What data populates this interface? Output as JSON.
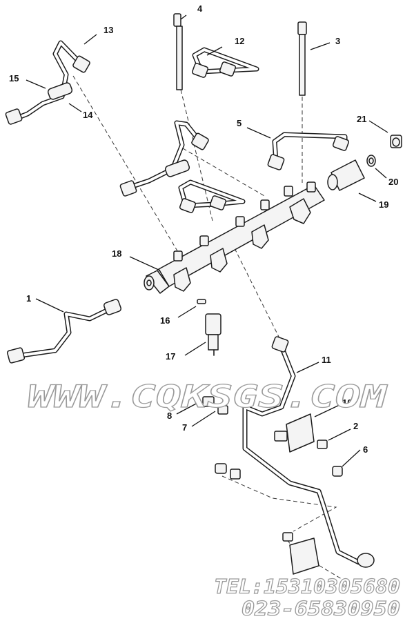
{
  "callouts": [
    {
      "id": "1",
      "label": "1"
    },
    {
      "id": "2",
      "label": "2"
    },
    {
      "id": "3",
      "label": "3"
    },
    {
      "id": "4",
      "label": "4"
    },
    {
      "id": "5",
      "label": "5"
    },
    {
      "id": "6",
      "label": "6"
    },
    {
      "id": "7",
      "label": "7"
    },
    {
      "id": "8",
      "label": "8"
    },
    {
      "id": "10",
      "label": "10"
    },
    {
      "id": "11",
      "label": "11"
    },
    {
      "id": "12",
      "label": "12"
    },
    {
      "id": "13",
      "label": "13"
    },
    {
      "id": "14",
      "label": "14"
    },
    {
      "id": "15",
      "label": "15"
    },
    {
      "id": "16",
      "label": "16"
    },
    {
      "id": "17",
      "label": "17"
    },
    {
      "id": "18",
      "label": "18"
    },
    {
      "id": "19",
      "label": "19"
    },
    {
      "id": "20",
      "label": "20"
    },
    {
      "id": "21",
      "label": "21"
    }
  ],
  "watermark": {
    "site": "WWW.CQKSGS.COM",
    "tel": "TEL:15310305680",
    "phone": "023-65830950"
  },
  "colors": {
    "line": "#1b1b1b",
    "watermark_stroke": "#9a9a9a",
    "background": "#ffffff"
  }
}
